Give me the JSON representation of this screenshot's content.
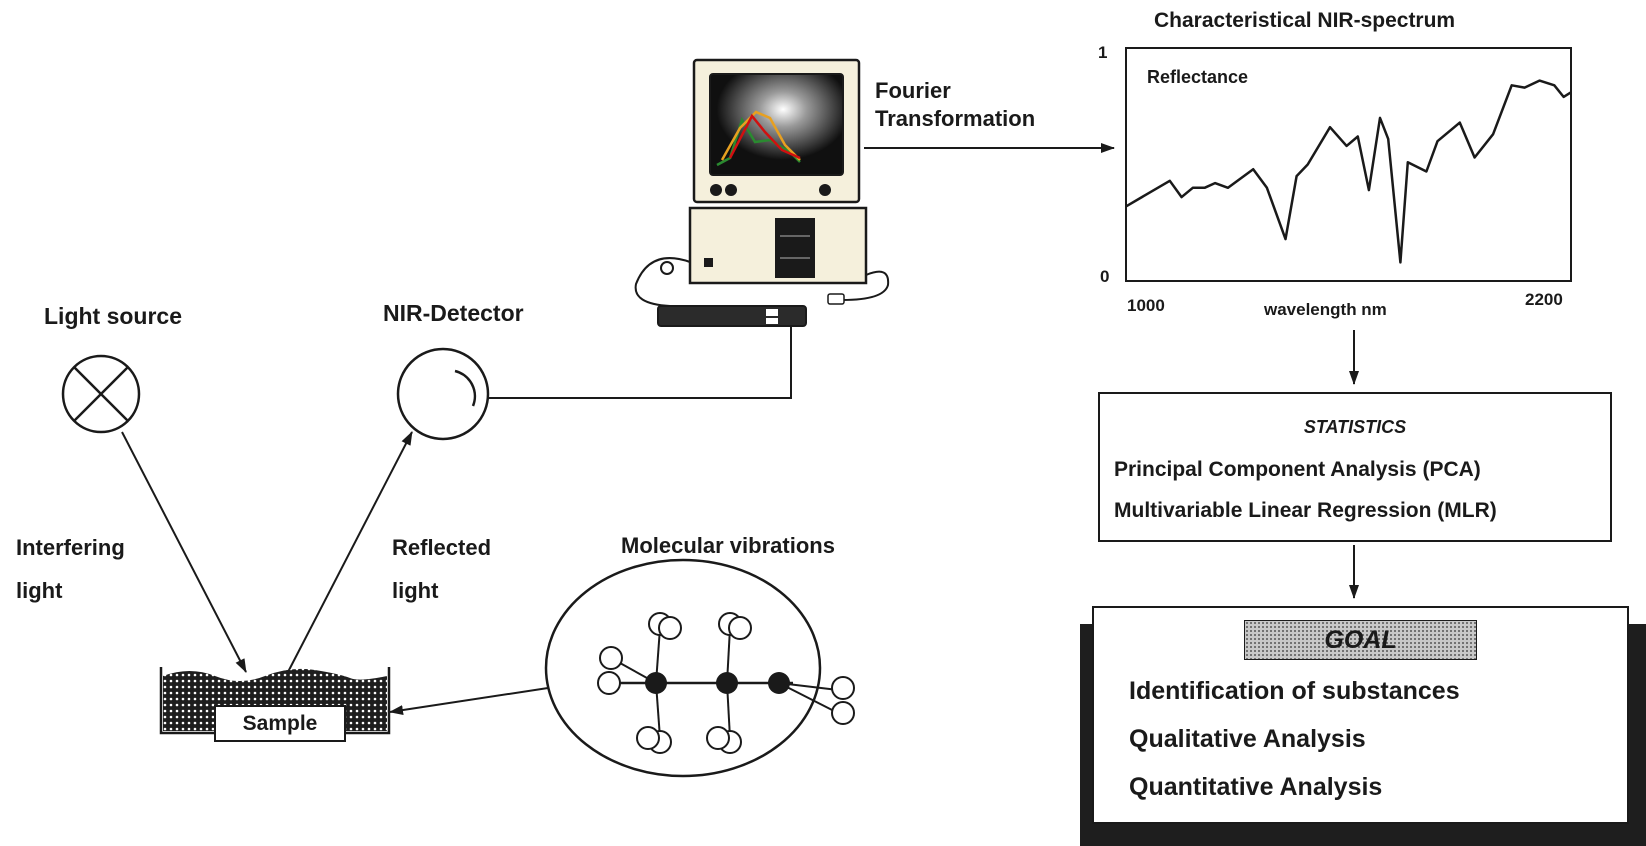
{
  "labels": {
    "light_source": "Light source",
    "nir_detector": "NIR-Detector",
    "interfering_1": "Interfering",
    "interfering_2": "light",
    "reflected_1": "Reflected",
    "reflected_2": "light",
    "molecular": "Molecular vibrations",
    "sample": "Sample",
    "fourier_1": "Fourier",
    "fourier_2": "Transformation"
  },
  "spectrum": {
    "title": "Characteristical NIR-spectrum",
    "ylabel": "Reflectance",
    "xlabel": "wavelength nm",
    "y_max_label": "1",
    "y_min_label": "0",
    "x_min_label": "1000",
    "x_max_label": "2200"
  },
  "chart_data": {
    "type": "line",
    "title": "Characteristical NIR-spectrum",
    "xlabel": "wavelength nm",
    "ylabel": "Reflectance",
    "xlim": [
      1000,
      2200
    ],
    "ylim": [
      0,
      1
    ],
    "grid": false,
    "series": [
      {
        "x": [
          1000,
          1118,
          1150,
          1180,
          1212,
          1240,
          1275,
          1343,
          1380,
          1430,
          1460,
          1490,
          1550,
          1595,
          1625,
          1655,
          1685,
          1707,
          1740,
          1760,
          1810,
          1840,
          1900,
          1940,
          1990,
          2040,
          2075,
          2115,
          2155,
          2180,
          2200
        ],
        "y": [
          0.32,
          0.43,
          0.36,
          0.4,
          0.4,
          0.42,
          0.4,
          0.48,
          0.4,
          0.18,
          0.45,
          0.5,
          0.66,
          0.58,
          0.62,
          0.39,
          0.7,
          0.61,
          0.08,
          0.51,
          0.47,
          0.6,
          0.68,
          0.53,
          0.63,
          0.84,
          0.83,
          0.86,
          0.84,
          0.79,
          0.81
        ]
      }
    ]
  },
  "statistics": {
    "title": "STATISTICS",
    "line1": "Principal Component Analysis (PCA)",
    "line2": "Multivariable Linear Regression (MLR)"
  },
  "goal": {
    "title": "GOAL",
    "line1": "Identification of substances",
    "line2": "Qualitative Analysis",
    "line3": "Quantitative Analysis"
  },
  "colors": {
    "ink": "#1a1a1a",
    "screen": "#0f0f0f",
    "computer_body": "#f5f0dc",
    "trace_orange": "#e8a020",
    "trace_red": "#d01010",
    "trace_green": "#2a8a30",
    "sample_fill": "#222222",
    "goal_header_fill": "#c8c8c8"
  }
}
